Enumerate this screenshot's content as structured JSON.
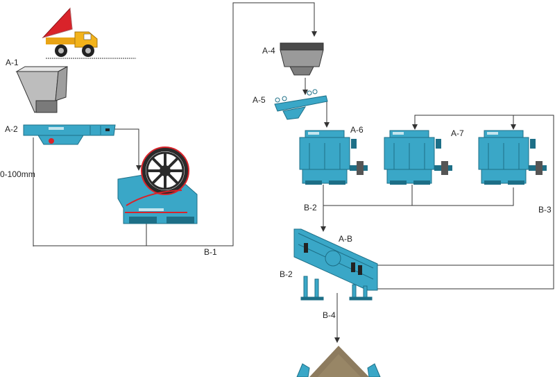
{
  "labels": {
    "a1": "A-1",
    "a2": "A-2",
    "a4": "A-4",
    "a5": "A-5",
    "a6": "A-6",
    "a7": "A-7",
    "ab": "A-B",
    "b1": "B-1",
    "b2_top": "B-2",
    "b2_bottom": "B-2",
    "b3": "B-3",
    "b4": "B-4",
    "size_range": "0-100mm"
  },
  "colors": {
    "machine_blue": "#3aa7c7",
    "machine_dark": "#1d6f87",
    "truck_red": "#e1242c",
    "truck_yellow": "#f3b31a",
    "hopper_gray": "#cfcfcf",
    "line": "#333333",
    "sand": "#8d7b5e"
  },
  "icons": [
    "dump-truck-icon",
    "hopper-icon",
    "vibrating-feeder-icon",
    "jaw-crusher-icon",
    "silo-icon",
    "cone-crusher-icon",
    "vibrating-screen-icon",
    "sand-pile-icon"
  ]
}
